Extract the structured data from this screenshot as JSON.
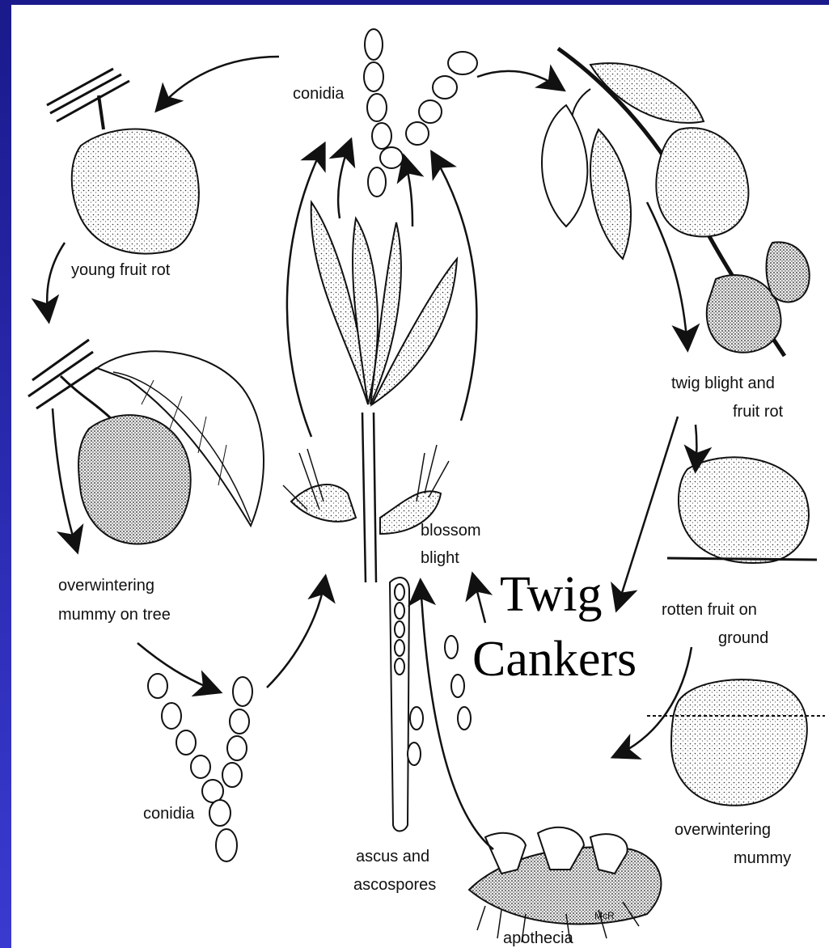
{
  "labels": {
    "conidia_top": "conidia",
    "young_fruit_rot": "young fruit rot",
    "overwintering_on_tree_line1": "overwintering",
    "overwintering_on_tree_line2": "mummy on tree",
    "conidia_bottom": "conidia",
    "ascus_line1": "ascus and",
    "ascus_line2": "ascospores",
    "apothecia": "apothecia",
    "blossom_line1": "blossom",
    "blossom_line2": "blight",
    "twig_blight_line1": "twig blight and",
    "twig_blight_line2": "fruit rot",
    "rotten_line1": "rotten fruit on",
    "rotten_line2": "ground",
    "overwintering_mummy_line1": "overwintering",
    "overwintering_mummy_line2": "mummy",
    "signature": "McR"
  },
  "annotation": {
    "line1": "Twig",
    "line2": "Cankers"
  },
  "colors": {
    "background": "#2a2ab0",
    "panel": "#ffffff",
    "ink": "#111111"
  }
}
